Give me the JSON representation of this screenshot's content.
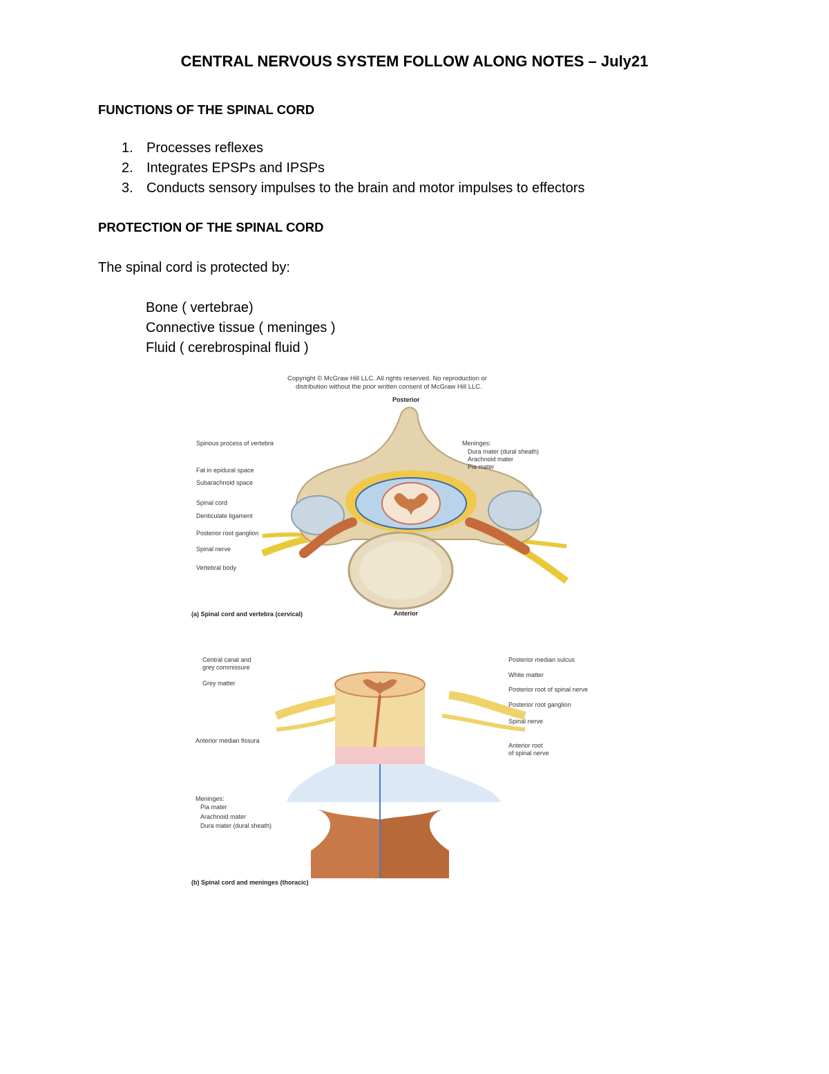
{
  "doc": {
    "title": "CENTRAL NERVOUS SYSTEM FOLLOW ALONG NOTES – July21",
    "section1_heading": "FUNCTIONS OF THE SPINAL CORD",
    "functions": [
      {
        "num": "1.",
        "text": "Processes reflexes"
      },
      {
        "num": "2.",
        "text": "Integrates EPSPs and IPSPs"
      },
      {
        "num": "3.",
        "text": "Conducts sensory impulses to the brain and motor impulses to effectors"
      }
    ],
    "section2_heading": "PROTECTION OF THE SPINAL CORD",
    "protected_intro": "The spinal cord is protected by:",
    "protections": [
      "Bone ( vertebrae)",
      "Connective tissue ( meninges )",
      "Fluid ( cerebrospinal fluid )"
    ]
  },
  "figure_a": {
    "copyright_line1": "Copyright © McGraw Hill LLC. All rights reserved. No reproduction or",
    "copyright_line2": "distribution without the prior written consent of McGraw Hill LLC.",
    "posterior": "Posterior",
    "anterior": "Anterior",
    "caption": "(a) Spinal cord and vertebra (cervical)",
    "left_labels": [
      "Spinous process of vertebra",
      "Fat in epidural space",
      "Subarachnoid space",
      "Spinal cord",
      "Denticulate ligament",
      "Posterior root ganglion",
      "Spinal nerve",
      "Vertebral body"
    ],
    "meninges_heading": "Meninges:",
    "right_labels": [
      "Dura mater (dural sheath)",
      "Arachnoid mater",
      "Pia mater"
    ]
  },
  "figure_b": {
    "caption": "(b) Spinal cord and meninges (thoracic)",
    "left_labels": [
      "Central canal and",
      "grey commissure",
      "Grey matter",
      "Anterior median fissura"
    ],
    "meninges_heading": "Meninges:",
    "meninges_labels": [
      "Pia mater",
      "Arachnoid mater",
      "Dura mater (dural sheath)"
    ],
    "right_labels": [
      "Posterior median sulcus",
      "White matter",
      "Posterior root of spinal nerve",
      "Posterior root ganglion",
      "Spinal nerve",
      "Anterior root",
      "of spinal nerve"
    ]
  }
}
